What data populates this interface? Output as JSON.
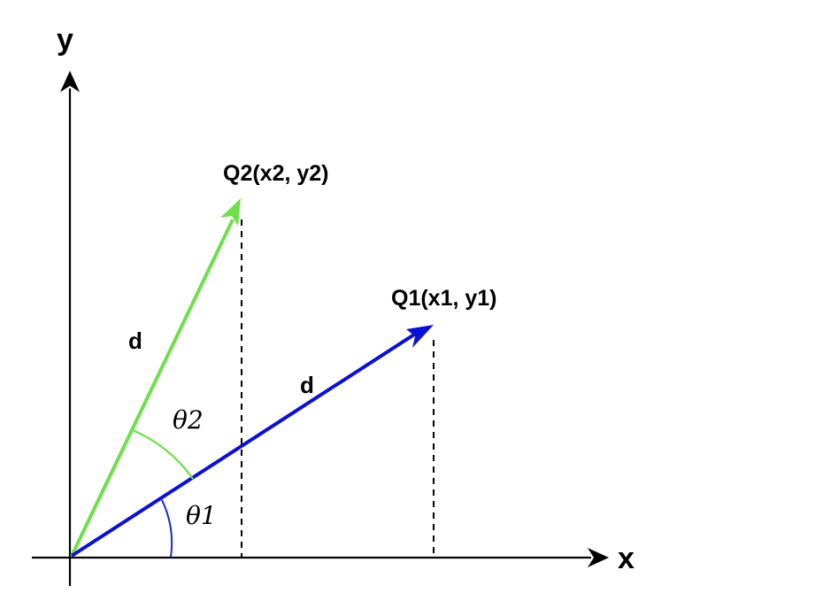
{
  "labels": {
    "y_axis": "y",
    "x_axis": "x",
    "q2": "Q2(x2, y2)",
    "q1": "Q1(x1, y1)",
    "d_upper": "d",
    "d_lower": "d",
    "theta2": "θ2",
    "theta1": "θ1"
  },
  "colors": {
    "axis": "#000000",
    "vector_q1": "#0a10d6",
    "vector_q2": "#6ee04a",
    "arc_theta1": "#1a2fd0",
    "arc_theta2": "#6ee04a",
    "projection": "#000000"
  },
  "icons": {
    "axis_arrowheads": "arrow-icon",
    "vector_arrowheads": "arrow-icon"
  }
}
